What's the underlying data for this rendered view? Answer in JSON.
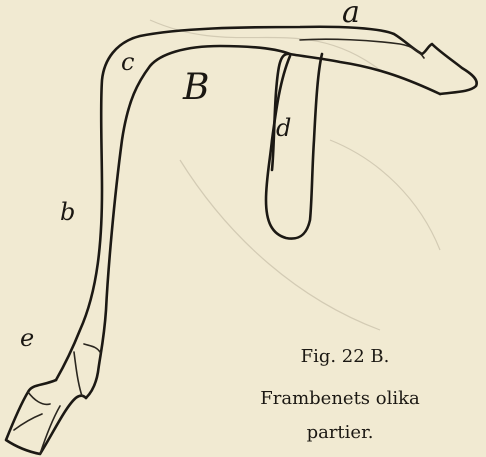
{
  "figure": {
    "labels": {
      "a": "a",
      "B": "B",
      "c": "c",
      "d": "d",
      "b": "b",
      "e": "e"
    },
    "caption": {
      "fig_number": "Fig. 22 B.",
      "line1": "Frambenets olika",
      "line2": "partier."
    }
  }
}
